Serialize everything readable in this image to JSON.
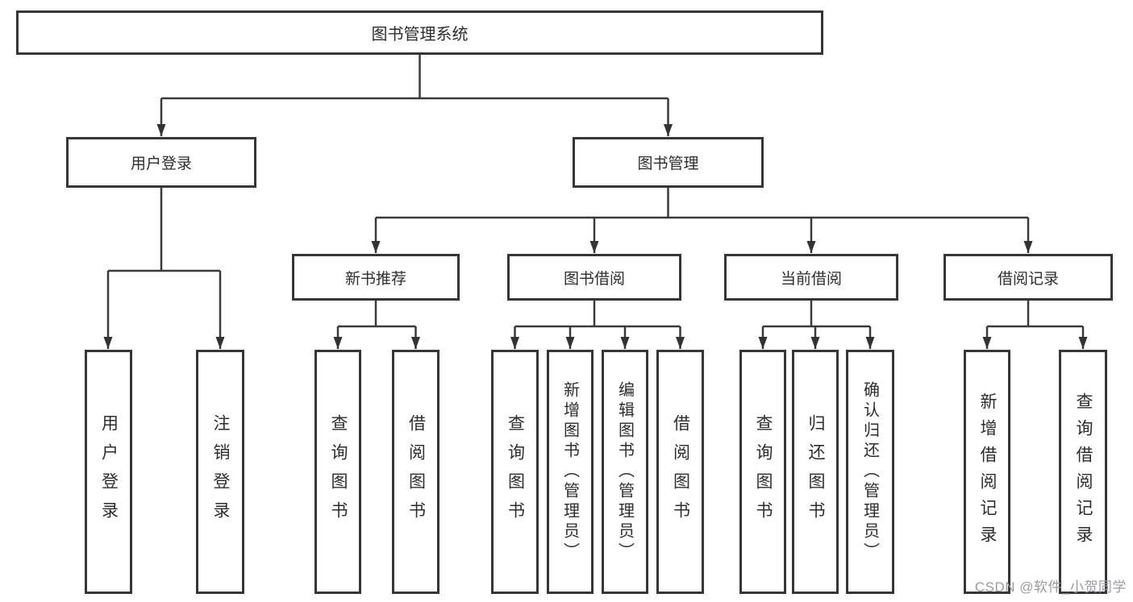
{
  "diagram": {
    "title": "图书管理系统",
    "level2": [
      {
        "label": "用户登录",
        "parent": "图书管理系统"
      },
      {
        "label": "图书管理",
        "parent": "图书管理系统"
      }
    ],
    "level3": [
      {
        "label": "新书推荐",
        "parent": "图书管理"
      },
      {
        "label": "图书借阅",
        "parent": "图书管理"
      },
      {
        "label": "当前借阅",
        "parent": "图书管理"
      },
      {
        "label": "借阅记录",
        "parent": "图书管理"
      }
    ],
    "leaves": [
      {
        "label": "用户登录",
        "parent": "用户登录"
      },
      {
        "label": "注销登录",
        "parent": "用户登录"
      },
      {
        "label": "查询图书",
        "parent": "新书推荐"
      },
      {
        "label": "借阅图书",
        "parent": "新书推荐"
      },
      {
        "label": "查询图书",
        "parent": "图书借阅"
      },
      {
        "label": "新增图书（管理员）",
        "parent": "图书借阅"
      },
      {
        "label": "编辑图书（管理员）",
        "parent": "图书借阅"
      },
      {
        "label": "借阅图书",
        "parent": "图书借阅"
      },
      {
        "label": "查询图书",
        "parent": "当前借阅"
      },
      {
        "label": "归还图书",
        "parent": "当前借阅"
      },
      {
        "label": "确认归还（管理员）",
        "parent": "当前借阅"
      },
      {
        "label": "新增借阅记录",
        "parent": "借阅记录"
      },
      {
        "label": "查询借阅记录",
        "parent": "借阅记录"
      }
    ]
  },
  "watermark": {
    "text": "CSDN @软件_小贺同学"
  },
  "colors": {
    "background": "#ffffff",
    "box_border": "#363636",
    "line": "#3a3a3a",
    "text": "#2d2d2d",
    "watermark": "#9b9ba1"
  }
}
